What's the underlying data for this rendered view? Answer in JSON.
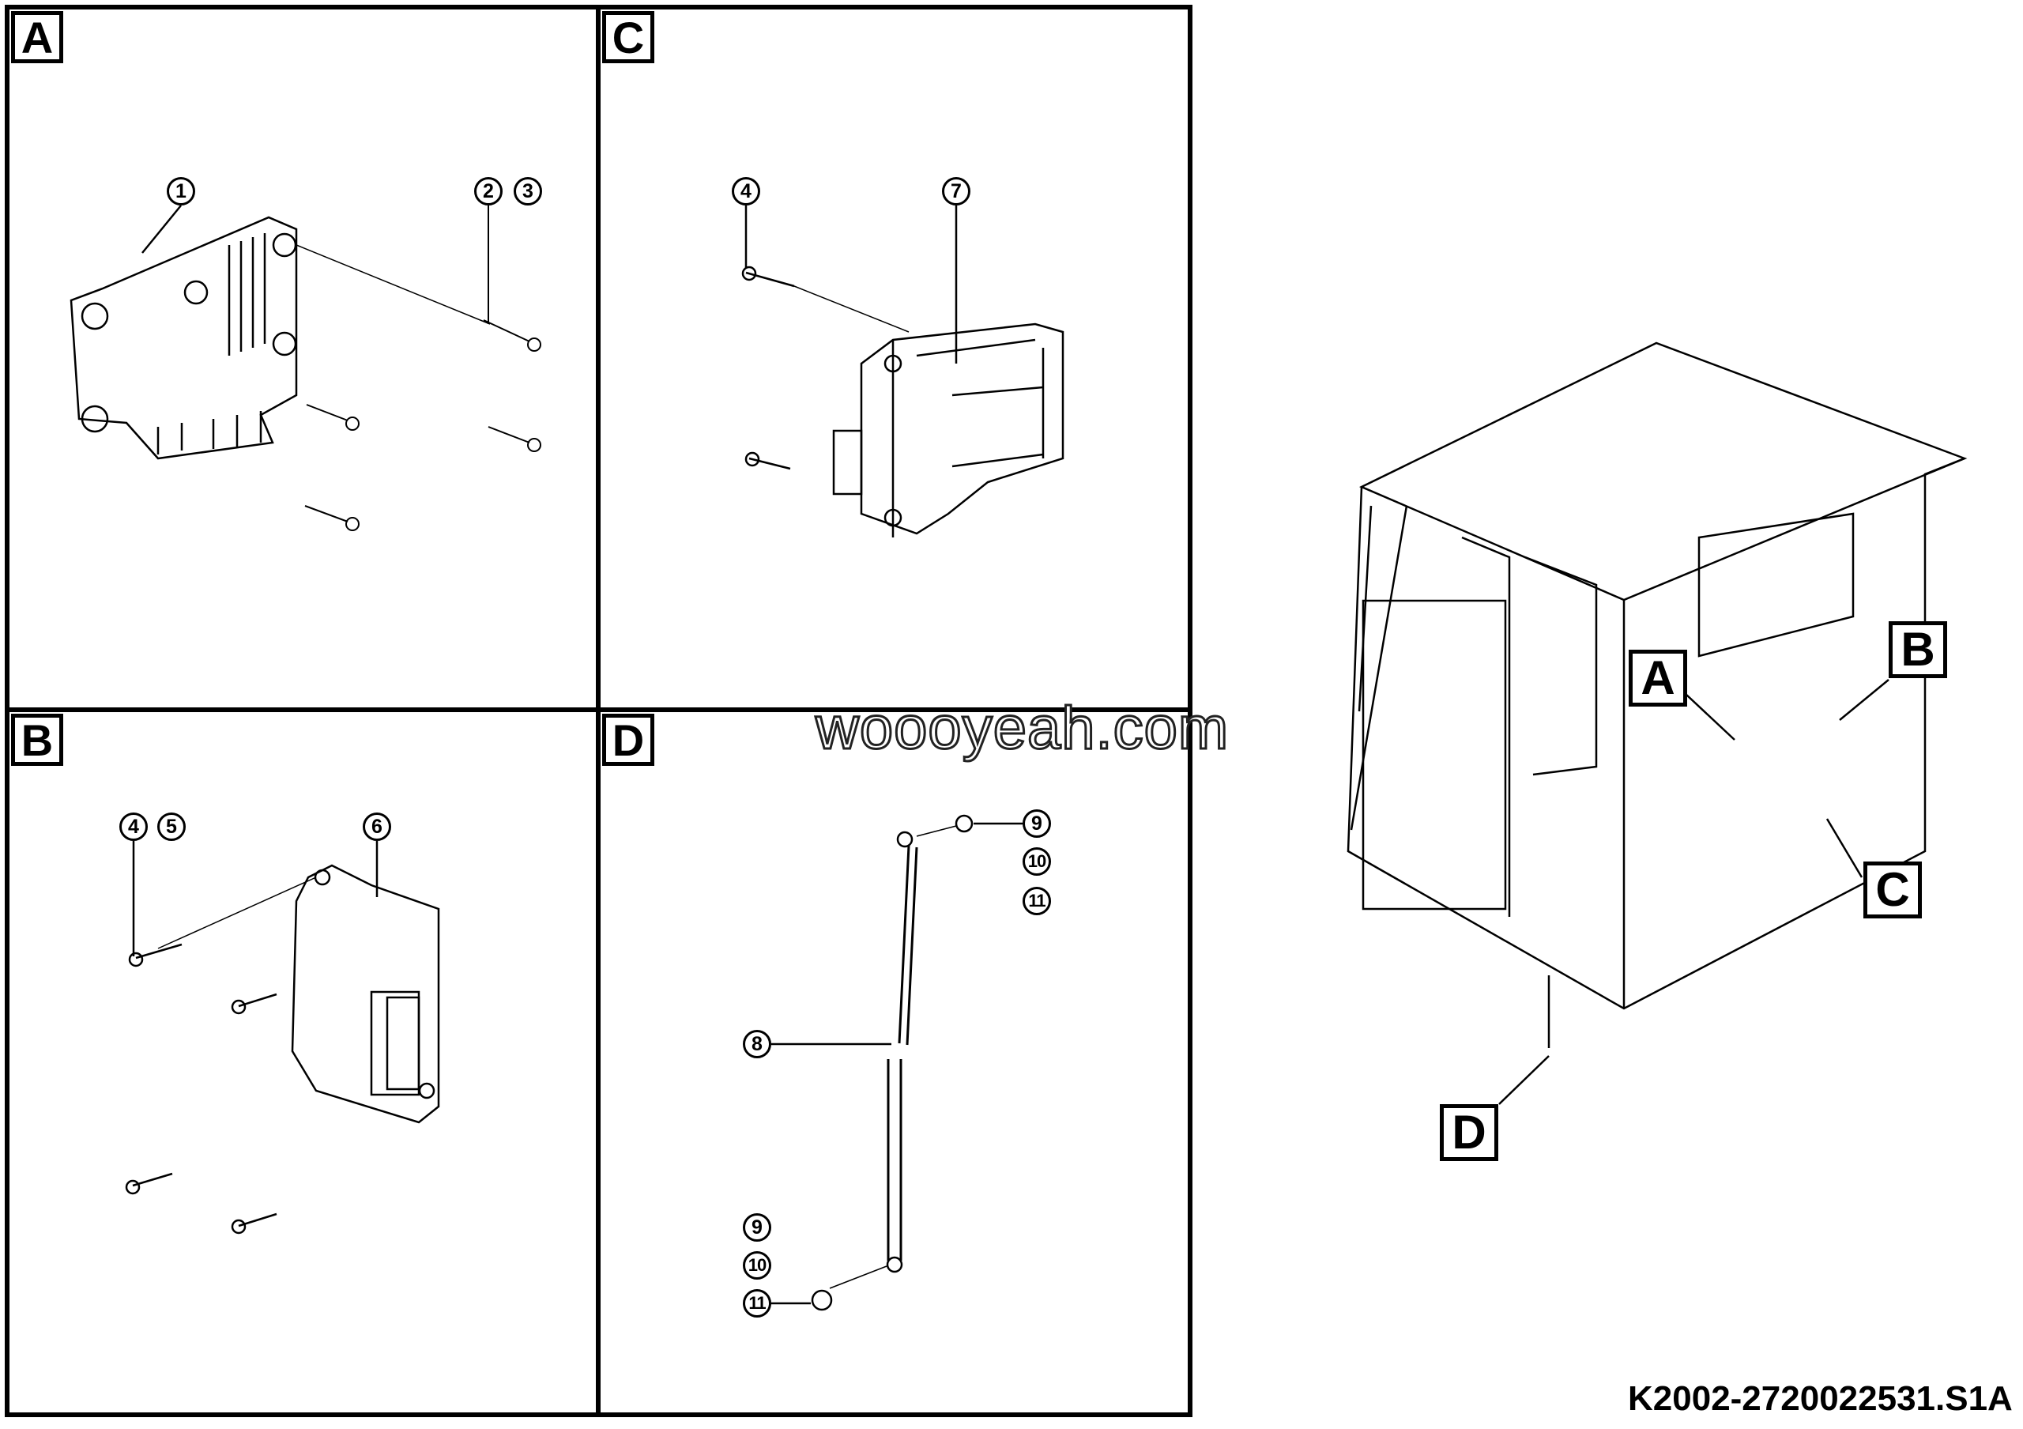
{
  "panels": {
    "A": {
      "label": "A",
      "callouts": [
        "1",
        "2",
        "3"
      ]
    },
    "B": {
      "label": "B",
      "callouts": [
        "4",
        "5",
        "6"
      ]
    },
    "C": {
      "label": "C",
      "callouts": [
        "4",
        "7"
      ]
    },
    "D": {
      "label": "D",
      "callouts": [
        "9",
        "10",
        "11",
        "8",
        "9",
        "10",
        "11"
      ]
    }
  },
  "cab_labels": [
    "A",
    "B",
    "C",
    "D"
  ],
  "document_id": "K2002-2720022531.S1A",
  "watermark": "woooyeah.com"
}
